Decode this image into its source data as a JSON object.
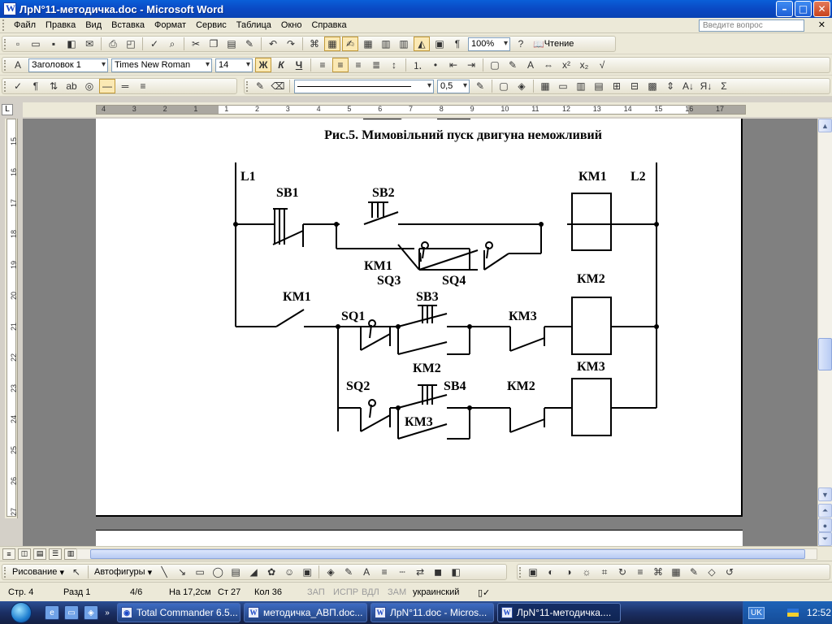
{
  "window": {
    "title": "ЛрN°11-методичка.doc - Microsoft Word",
    "minimize": "–",
    "maximize": "□",
    "close": "✕"
  },
  "menu": {
    "items": [
      "Файл",
      "Правка",
      "Вид",
      "Вставка",
      "Формат",
      "Сервис",
      "Таблица",
      "Окно",
      "Справка"
    ],
    "help_placeholder": "Введите вопрос",
    "close_doc": "✕"
  },
  "toolbar": {
    "zoom": "100%",
    "reading": "Чтение",
    "style": "Заголовок 1",
    "font": "Times New Roman",
    "size": "14",
    "bold": "Ж",
    "italic": "К",
    "underline": "Ч",
    "line_weight": "0,5"
  },
  "ruler": {
    "corner": "L",
    "h_labels": [
      "4",
      "3",
      "2",
      "1",
      "1",
      "2",
      "3",
      "4",
      "5",
      "6",
      "7",
      "8",
      "9",
      "10",
      "11",
      "12",
      "13",
      "14",
      "15",
      "16",
      "17"
    ],
    "v_labels": [
      "15",
      "16",
      "17",
      "18",
      "19",
      "20",
      "21",
      "22",
      "23",
      "24",
      "25",
      "26",
      "27"
    ]
  },
  "document": {
    "caption": "Рис.5. Мимовільний пуск двигуна неможливий",
    "labels": {
      "L1": "L1",
      "L2": "L2",
      "SB1": "SB1",
      "SB2": "SB2",
      "SB3": "SB3",
      "SB4": "SB4",
      "KM1_coil": "КМ1",
      "KM1_hold": "КМ1",
      "KM1_r2": "КМ1",
      "KM2_coil": "КМ2",
      "KM2_hold": "КМ2",
      "KM2_r3": "КМ2",
      "KM3_coil": "КМ3",
      "KM3_hold": "КМ3",
      "KM3_r2": "КМ3",
      "SQ1": "SQ1",
      "SQ2": "SQ2",
      "SQ3": "SQ3",
      "SQ4": "SQ4"
    }
  },
  "draw": {
    "drawing": "Рисование",
    "autoshapes": "Автофигуры"
  },
  "status": {
    "page": "Стр. 4",
    "section": "Разд 1",
    "pages": "4/6",
    "at": "На 17,2см",
    "line": "Ст 27",
    "col": "Кол 36",
    "rec": "ЗАП",
    "trk": "ИСПР",
    "ext": "ВДЛ",
    "ovr": "ЗАМ",
    "lang": "украинский"
  },
  "taskbar": {
    "tasks": [
      {
        "label": "Total Commander 6.5...",
        "active": false
      },
      {
        "label": "методичка_АВП.doc...",
        "active": false
      },
      {
        "label": "ЛрN°11.doc - Micros...",
        "active": false
      },
      {
        "label": "ЛрN°11-методичка....",
        "active": true
      }
    ],
    "lang": "UK",
    "clock": "12:52"
  }
}
